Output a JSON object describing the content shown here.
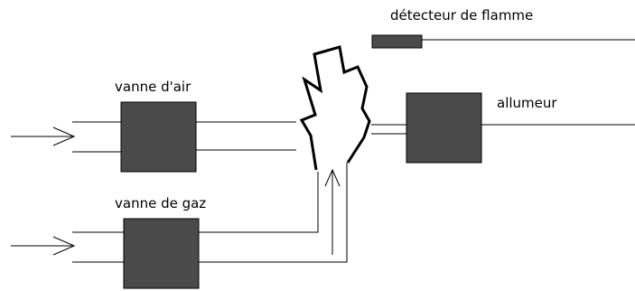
{
  "labels": {
    "flame_detector": "détecteur de flamme",
    "air_valve": "vanne d'air",
    "igniter": "allumeur",
    "gas_valve": "vanne de gaz"
  },
  "colors": {
    "component_fill": "#4a4a4a",
    "line": "#000000",
    "background": "#ffffff"
  }
}
